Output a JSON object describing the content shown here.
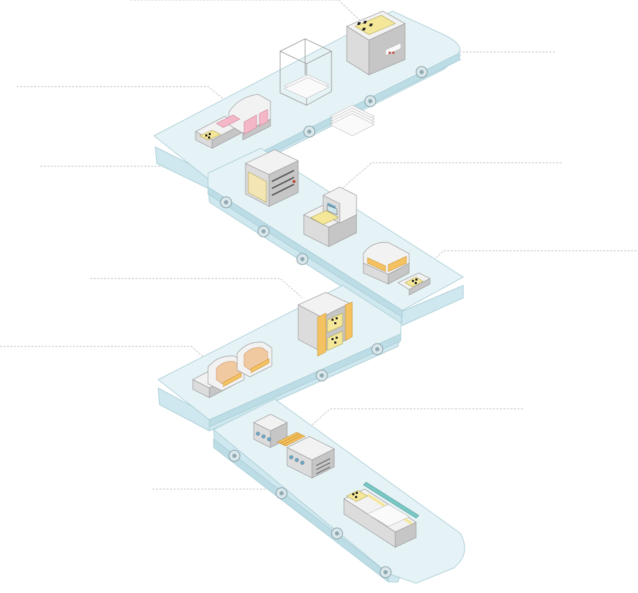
{
  "diagram": {
    "description_free": true,
    "colors": {
      "belt": "#e6f3f6",
      "belt_border": "#a9cdd6",
      "machine": "#dcdcdc",
      "pcb": "#f4e79a",
      "accent_pink": "#f3b7c8",
      "accent_orange": "#f5c261",
      "leader_line": "#bdbdbd"
    },
    "stations": [
      {
        "id": "station-1",
        "icon": "printer-machine-icon"
      },
      {
        "id": "station-2",
        "icon": "wire-rack-icon"
      },
      {
        "id": "station-3",
        "icon": "paper-stack-icon"
      },
      {
        "id": "station-4",
        "icon": "pink-oven-icon"
      },
      {
        "id": "station-5",
        "icon": "cabinet-machine-icon"
      },
      {
        "id": "station-6",
        "icon": "inspection-machine-icon"
      },
      {
        "id": "station-7",
        "icon": "yellow-reflow-icon"
      },
      {
        "id": "station-8",
        "icon": "open-cabinet-icon"
      },
      {
        "id": "station-9",
        "icon": "tan-oven-icon"
      },
      {
        "id": "station-10",
        "icon": "blue-inline-machine-icon"
      },
      {
        "id": "station-11",
        "icon": "final-bench-icon"
      }
    ]
  }
}
